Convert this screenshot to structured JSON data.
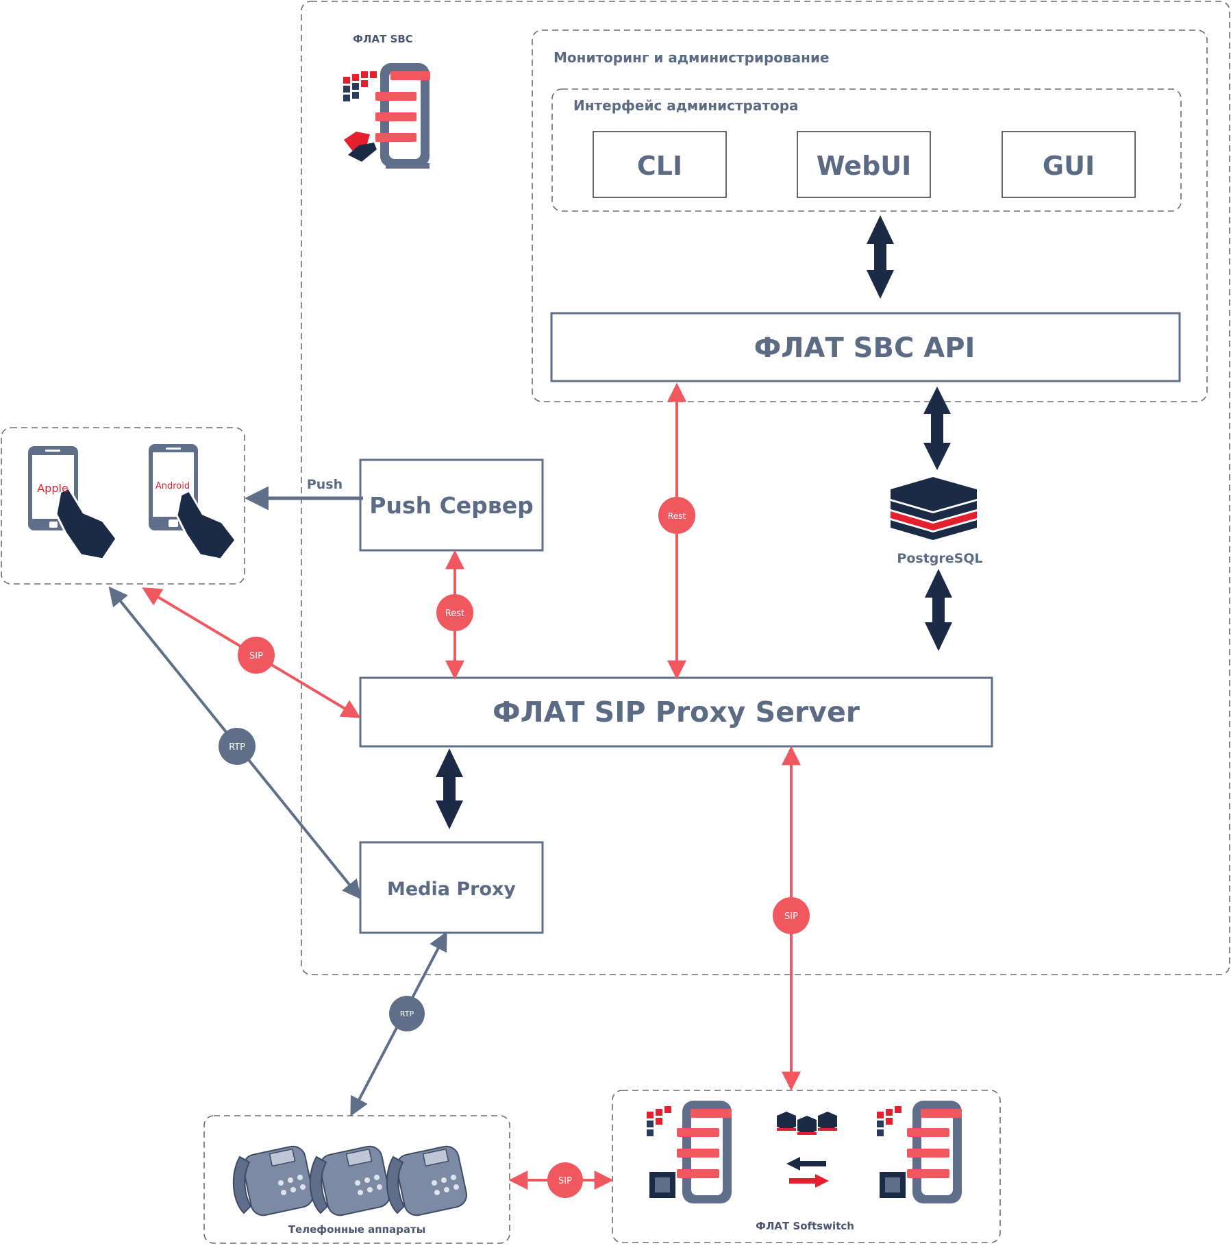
{
  "sbc": {
    "title": "ФЛАТ SBC",
    "monitoring_title": "Мониторинг и администрирование",
    "admin_interface_title": "Интерфейс администратора",
    "cli_label": "CLI",
    "webui_label": "WebUI",
    "gui_label": "GUI",
    "api_label": "ФЛАТ SBC API",
    "postgres_label": "PostgreSQL",
    "push_server_label": "Push Сервер",
    "sip_proxy_label": "ФЛАТ SIP Proxy Server",
    "media_proxy_label": "Media Proxy"
  },
  "mobile": {
    "apple_label": "Apple",
    "android_label": "Android"
  },
  "phones": {
    "title": "Телефонные аппараты"
  },
  "softswitch": {
    "title": "ФЛАТ Softswitch"
  },
  "links": {
    "push": "Push",
    "rest_api": "Rest",
    "rest_push": "Rest",
    "sip_mobile": "SIP",
    "rtp_mobile": "RTP",
    "rtp_phones": "RTP",
    "sip_softswitch": "SIP",
    "sip_phones": "SIP"
  },
  "colors": {
    "red": "#f0575e",
    "slate": "#5f6f8a",
    "navy": "#1c2b45",
    "brand_red": "#e5202e"
  }
}
